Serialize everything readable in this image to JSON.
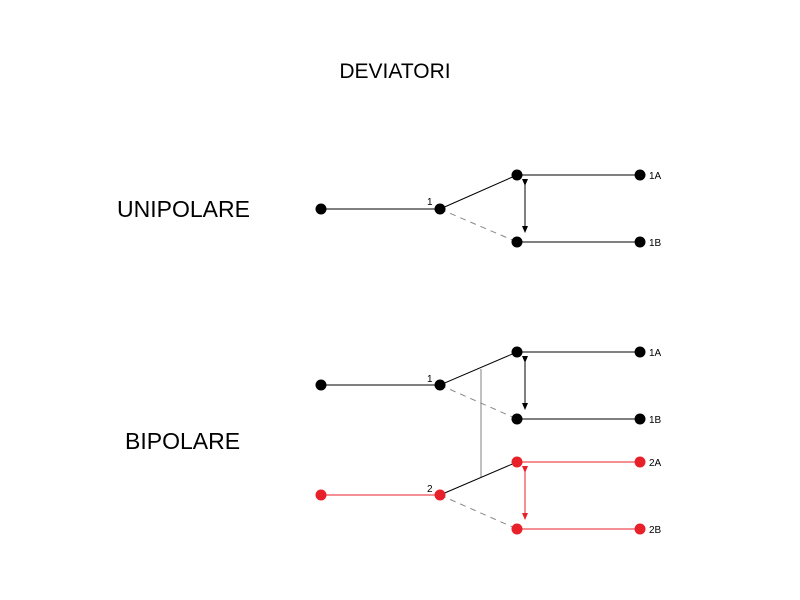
{
  "title": "DEVIATORI",
  "sections": {
    "unipolare": {
      "label": "UNIPOLARE",
      "pole": "1",
      "out_a": "1A",
      "out_b": "1B"
    },
    "bipolare": {
      "label": "BIPOLARE",
      "pole1": "1",
      "out1_a": "1A",
      "out1_b": "1B",
      "pole2": "2",
      "out2_a": "2A",
      "out2_b": "2B"
    }
  },
  "colors": {
    "black_circuit": "#000000",
    "red_circuit": "#e8202a",
    "mechanical_link": "#808080",
    "open_contact_dash": "#888888"
  }
}
